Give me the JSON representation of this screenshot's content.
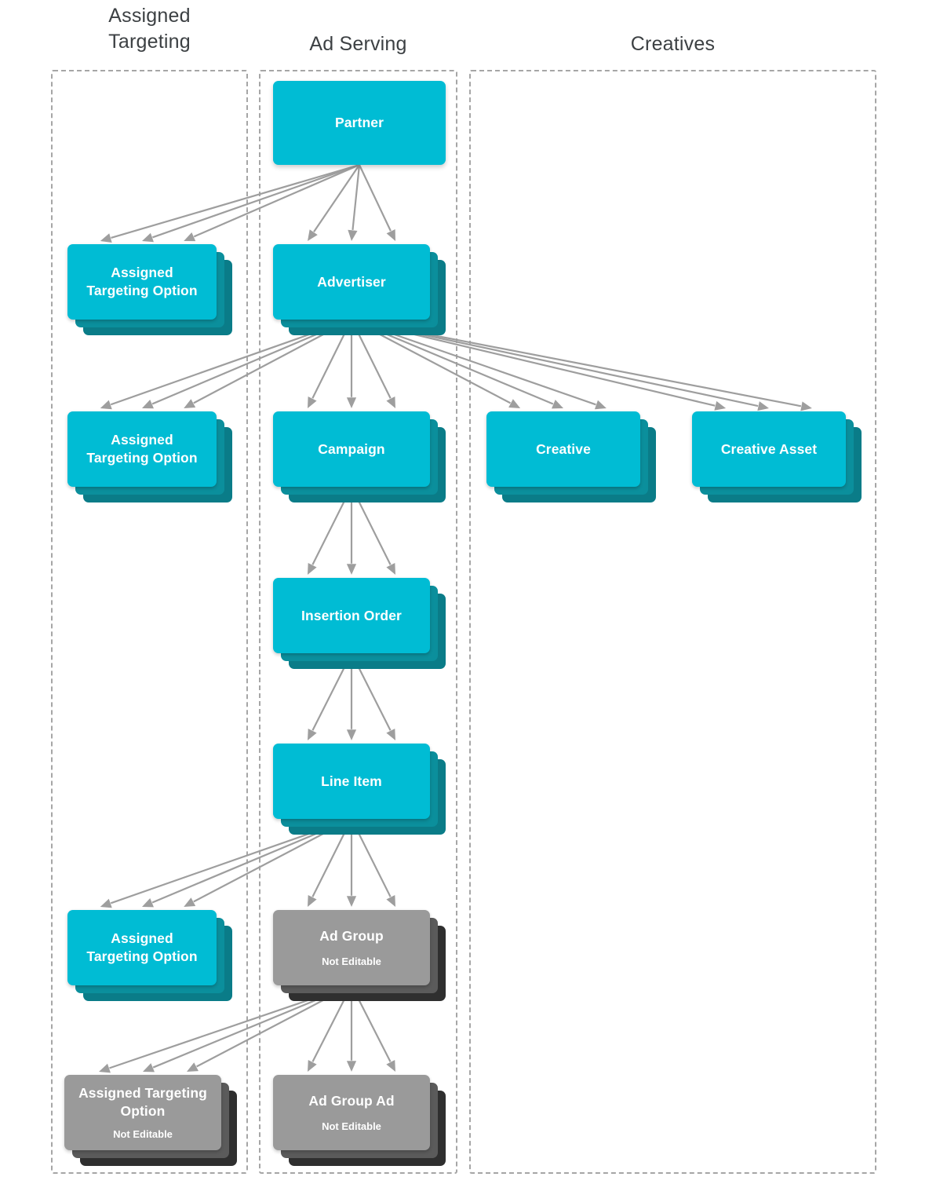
{
  "columns": [
    {
      "id": "assigned-targeting",
      "label": "Assigned\nTargeting",
      "label_line1": "Assigned",
      "label_line2": "Targeting"
    },
    {
      "id": "ad-serving",
      "label": "Ad Serving"
    },
    {
      "id": "creatives",
      "label": "Creatives"
    }
  ],
  "not_editable_label": "Not Editable",
  "colors": {
    "node_active": "#00bcd4",
    "node_active_shadow_1": "#0b8f9c",
    "node_active_shadow_2": "#0a7c88",
    "node_disabled": "#9a9a9a",
    "node_disabled_shadow_1": "#5b5b5b",
    "node_disabled_shadow_2": "#2f2f2f",
    "arrow": "#9e9e9e",
    "container_border": "#a6a6a6",
    "heading_text": "#3c4043",
    "node_text": "#ffffff"
  },
  "nodes": [
    {
      "id": "partner",
      "label": "Partner",
      "column": "ad-serving",
      "state": "editable",
      "stacked": false,
      "sub": ""
    },
    {
      "id": "ato-partner",
      "label": "Assigned Targeting Option",
      "column": "assigned-targeting",
      "state": "editable",
      "stacked": true,
      "sub": ""
    },
    {
      "id": "advertiser",
      "label": "Advertiser",
      "column": "ad-serving",
      "state": "editable",
      "stacked": true,
      "sub": ""
    },
    {
      "id": "ato-advertiser",
      "label": "Assigned Targeting Option",
      "column": "assigned-targeting",
      "state": "editable",
      "stacked": true,
      "sub": ""
    },
    {
      "id": "campaign",
      "label": "Campaign",
      "column": "ad-serving",
      "state": "editable",
      "stacked": true,
      "sub": ""
    },
    {
      "id": "creative",
      "label": "Creative",
      "column": "creatives",
      "state": "editable",
      "stacked": true,
      "sub": ""
    },
    {
      "id": "creative-asset",
      "label": "Creative Asset",
      "column": "creatives",
      "state": "editable",
      "stacked": true,
      "sub": ""
    },
    {
      "id": "insertion-order",
      "label": "Insertion Order",
      "column": "ad-serving",
      "state": "editable",
      "stacked": true,
      "sub": ""
    },
    {
      "id": "line-item",
      "label": "Line Item",
      "column": "ad-serving",
      "state": "editable",
      "stacked": true,
      "sub": ""
    },
    {
      "id": "ato-line-item",
      "label": "Assigned Targeting Option",
      "column": "assigned-targeting",
      "state": "editable",
      "stacked": true,
      "sub": ""
    },
    {
      "id": "ad-group",
      "label": "Ad Group",
      "column": "ad-serving",
      "state": "not-editable",
      "stacked": true,
      "sub": "Not Editable"
    },
    {
      "id": "ato-ad-group",
      "label": "Assigned Targeting Option",
      "column": "assigned-targeting",
      "state": "not-editable",
      "stacked": true,
      "sub": "Not Editable"
    },
    {
      "id": "ad-group-ad",
      "label": "Ad Group Ad",
      "column": "ad-serving",
      "state": "not-editable",
      "stacked": true,
      "sub": "Not Editable"
    }
  ],
  "edges": [
    {
      "from": "partner",
      "to": "ato-partner"
    },
    {
      "from": "partner",
      "to": "advertiser"
    },
    {
      "from": "advertiser",
      "to": "ato-advertiser"
    },
    {
      "from": "advertiser",
      "to": "campaign"
    },
    {
      "from": "advertiser",
      "to": "creative"
    },
    {
      "from": "advertiser",
      "to": "creative-asset"
    },
    {
      "from": "campaign",
      "to": "insertion-order"
    },
    {
      "from": "insertion-order",
      "to": "line-item"
    },
    {
      "from": "line-item",
      "to": "ato-line-item"
    },
    {
      "from": "line-item",
      "to": "ad-group"
    },
    {
      "from": "ad-group",
      "to": "ato-ad-group"
    },
    {
      "from": "ad-group",
      "to": "ad-group-ad"
    }
  ]
}
